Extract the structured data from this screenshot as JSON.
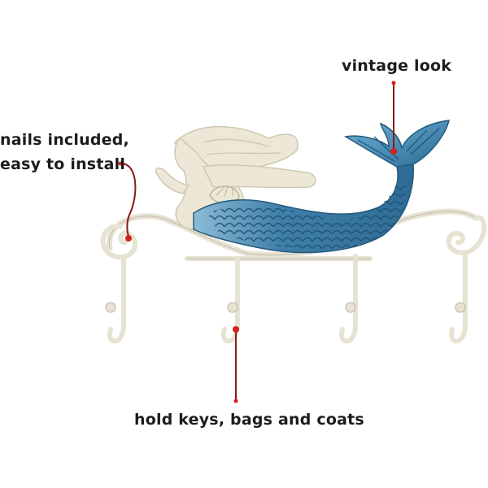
{
  "callouts": {
    "vintage": "vintage look",
    "nails_line1": "nails included,",
    "nails_line2": "easy to install",
    "hold": "hold keys, bags and coats"
  },
  "colors": {
    "mermaid_body": "#ece7d6",
    "scales_blue": "#3f7fa8",
    "scales_dark": "#235878",
    "metal_cream": "#e9e5d6",
    "callout_dot": "#d42020",
    "callout_line": "#8a1a1a",
    "text": "#1c1c1c"
  }
}
